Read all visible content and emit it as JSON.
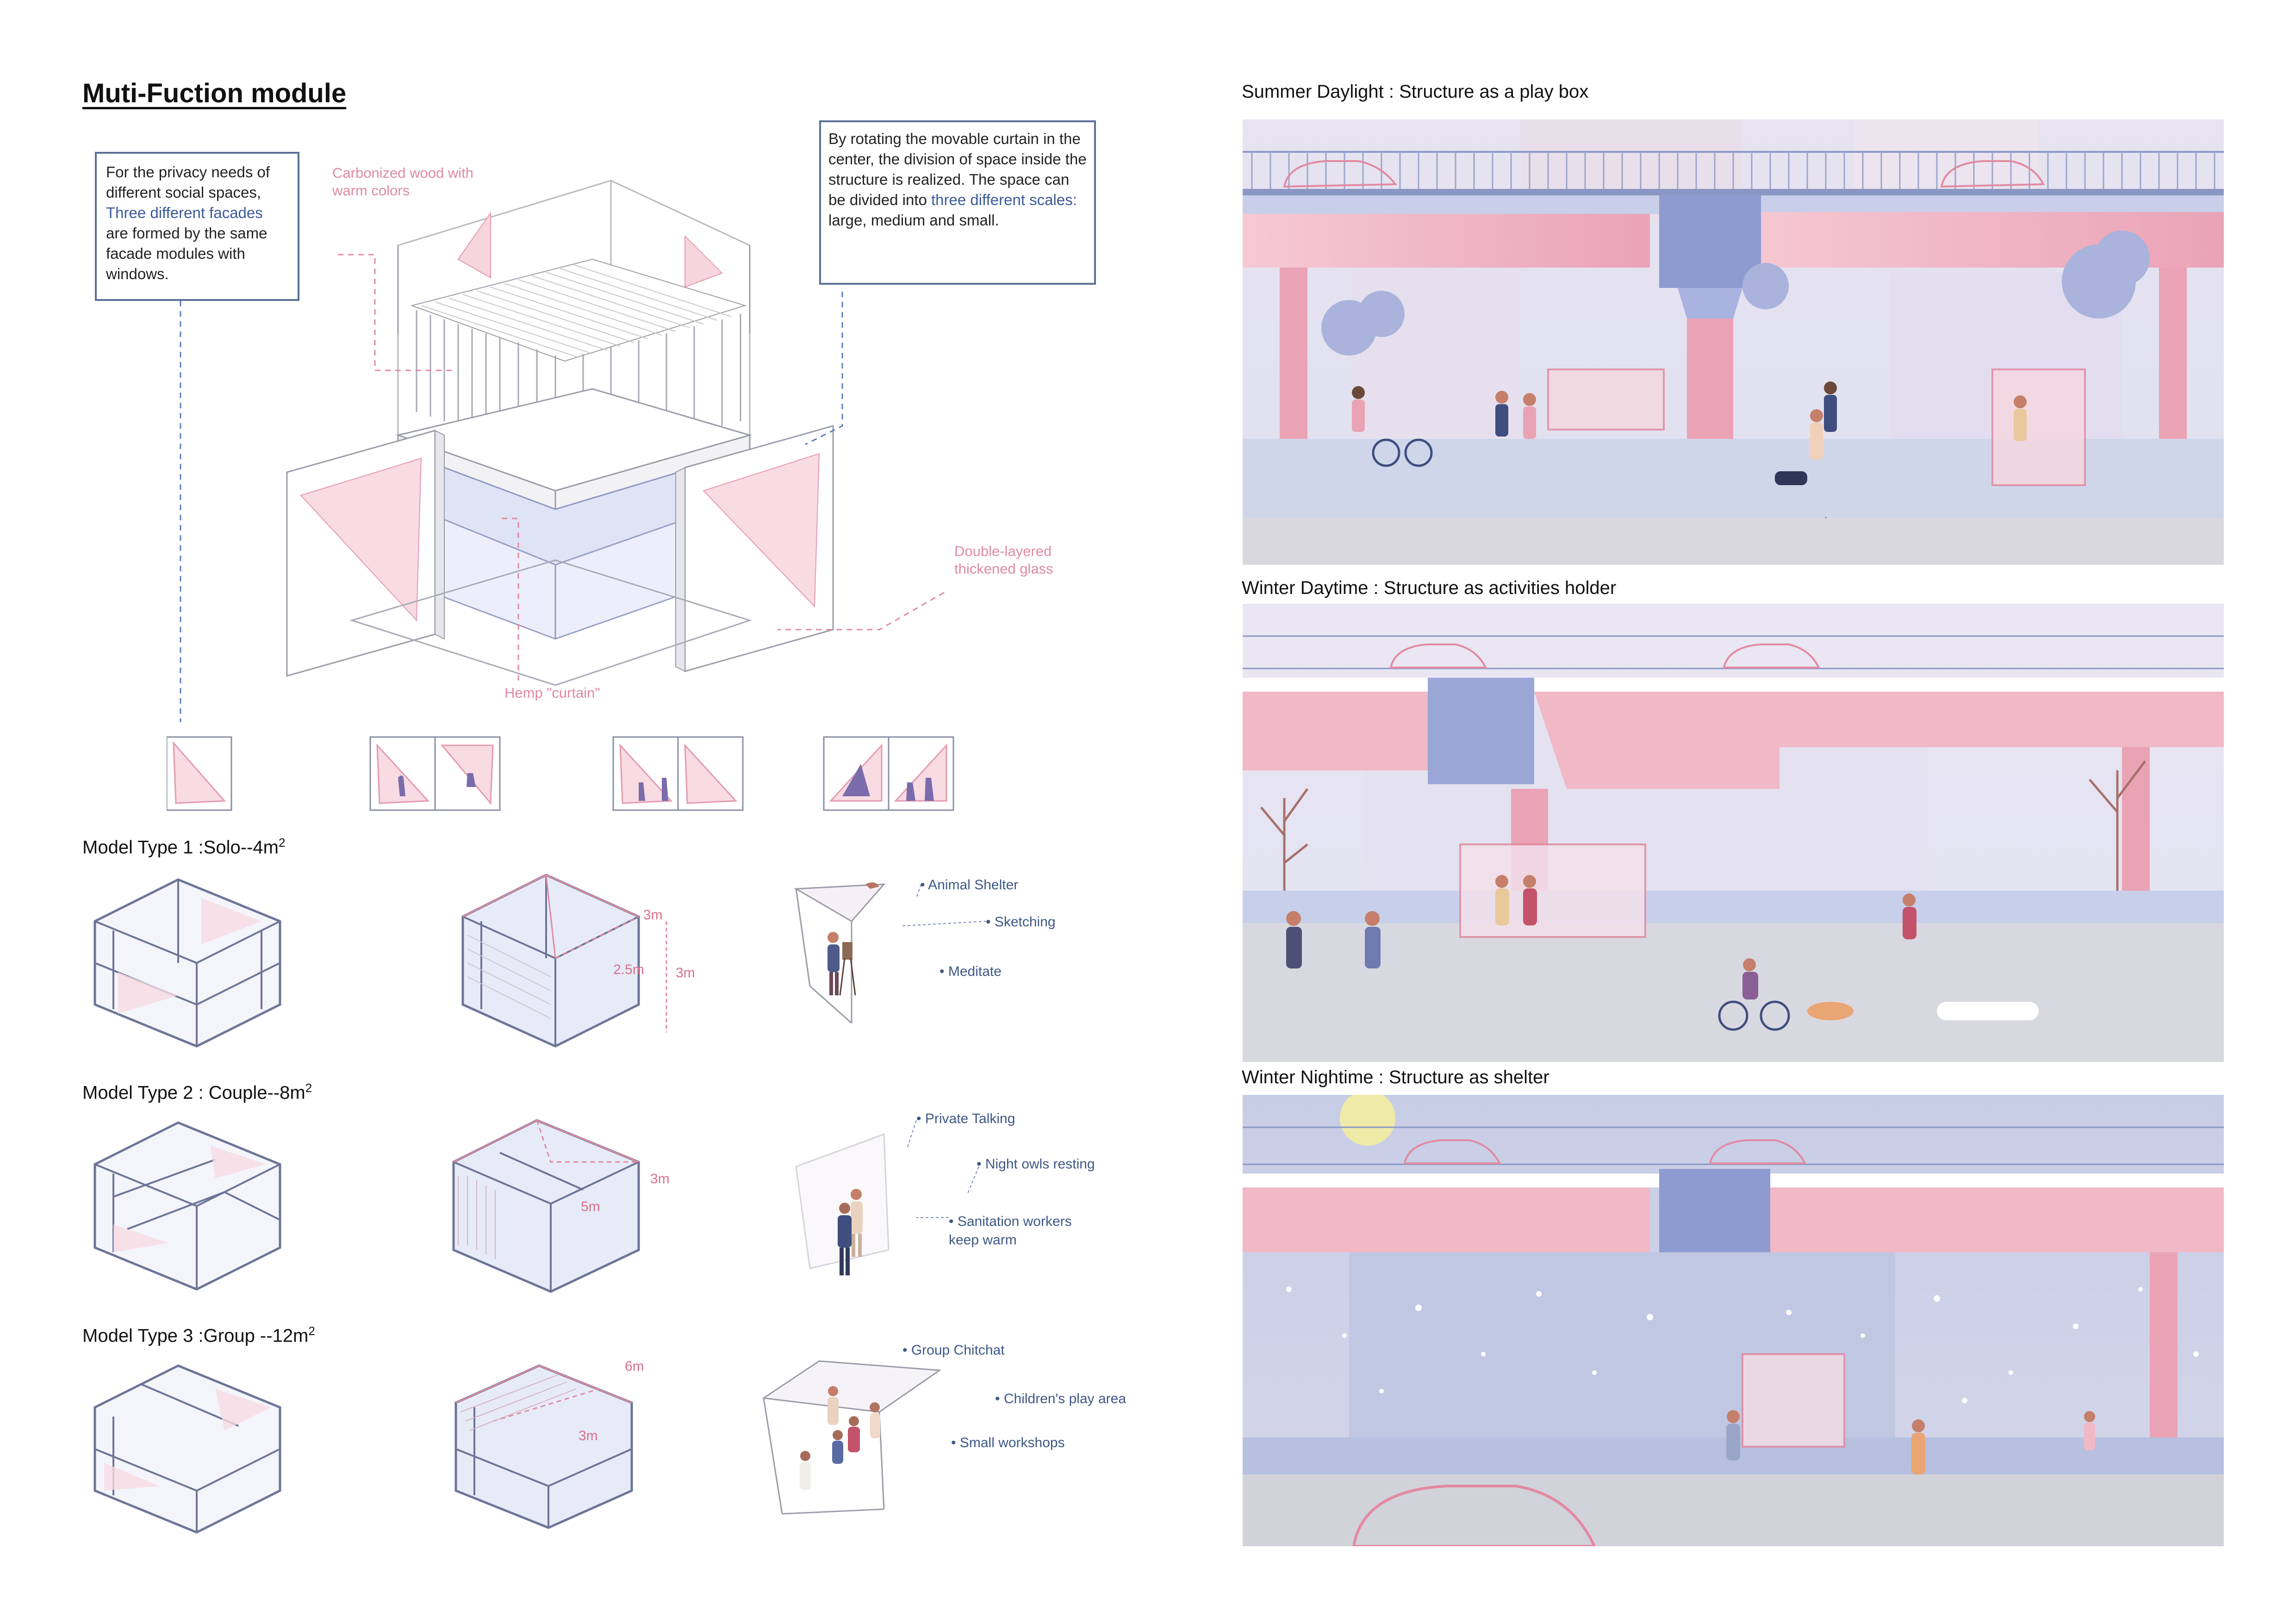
{
  "title": "Muti-Fuction module",
  "callout_left": {
    "line1": "For the privacy needs of different social spaces,",
    "highlight": "Three different facades",
    "line2": "are formed by the same facade modules with windows."
  },
  "callout_right": {
    "line1": "By rotating the movable curtain in the center, the division of space inside the structure is realized. The space can be divided into",
    "highlight": "three different scales:",
    "line2": "large, medium and small."
  },
  "annotations": {
    "wood": "Carbonized wood with warm colors",
    "glass": "Double-layered thickened glass",
    "curtain": "Hemp \"curtain\""
  },
  "model_types": [
    {
      "label": "Model Type 1 :Solo--4m",
      "sup": "2",
      "dims": [
        "3m",
        "2.5m",
        "3m"
      ],
      "activities": [
        "• Animal Shelter",
        "• Sketching",
        "• Meditate"
      ]
    },
    {
      "label": "Model Type 2 : Couple--8m",
      "sup": "2",
      "dims": [
        "3m",
        "5m"
      ],
      "activities": [
        "• Private Talking",
        "• Night owls resting",
        "• Sanitation workers",
        "keep warm"
      ]
    },
    {
      "label": "Model Type 3 :Group --12m",
      "sup": "2",
      "dims": [
        "6m",
        "3m"
      ],
      "activities": [
        "• Group Chitchat",
        "• Children's play area",
        "• Small workshops"
      ]
    }
  ],
  "scenes": [
    {
      "title": "Summer Daylight : Structure as a play box"
    },
    {
      "title": "Winter Daytime : Structure as activities holder"
    },
    {
      "title": "Winter Nightime : Structure as shelter"
    }
  ],
  "colors": {
    "pink": "#f1b8c6",
    "pink_dark": "#e4899f",
    "blue": "#a9b7dc",
    "blue_dark": "#7186bb",
    "sky": "#e8e3f0",
    "ground": "#d6dbe9",
    "line": "#8a8fa3",
    "accent_text": "#3b5a9a"
  }
}
